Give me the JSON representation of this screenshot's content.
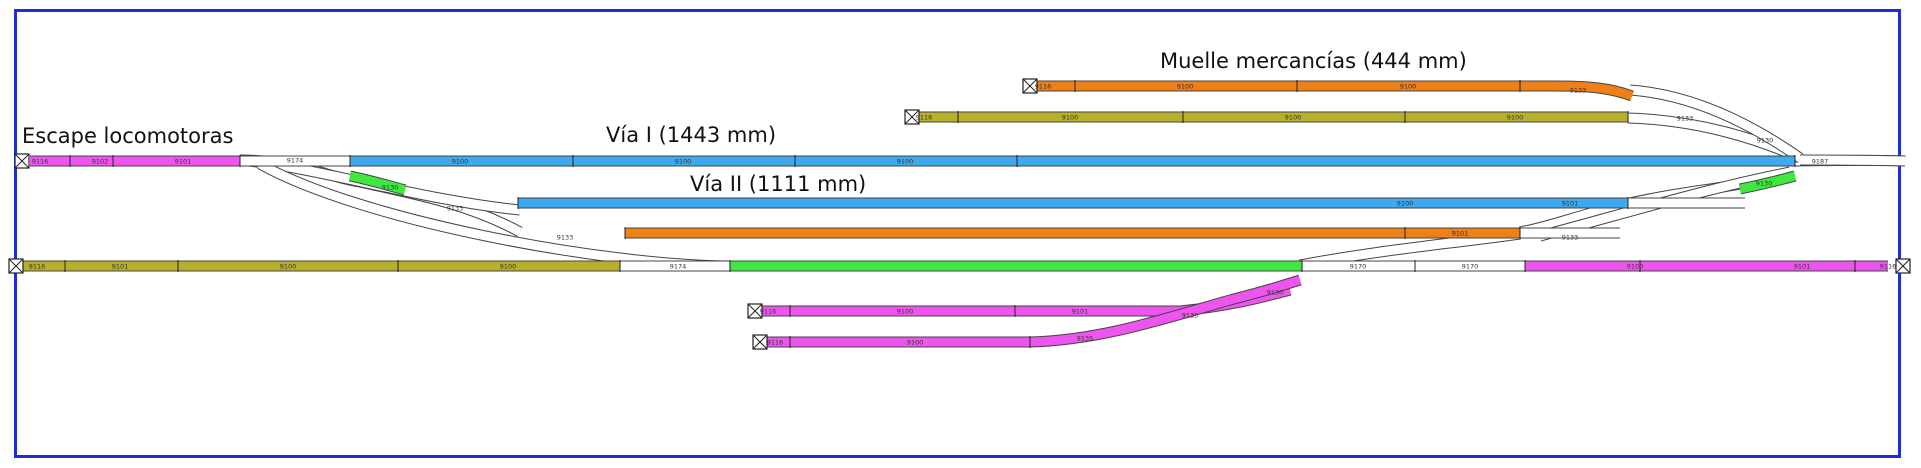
{
  "labels": {
    "escape": "Escape locomotoras",
    "via1": "Vía I (1443 mm)",
    "via2": "Vía II (1111 mm)",
    "muelle": "Muelle mercancías (444 mm)"
  },
  "piece_codes": [
    "9116",
    "9102",
    "9101",
    "9100",
    "9174",
    "9170",
    "9187",
    "9130",
    "9133",
    "9135"
  ],
  "colors": {
    "frame": "#1e2fd0",
    "magenta": "#ee55ee",
    "olive": "#b8b02a",
    "blue": "#3ea9ee",
    "orange": "#ef7f17",
    "green": "#3fe83f",
    "white_track": "#ffffff",
    "rail": "#444444"
  }
}
